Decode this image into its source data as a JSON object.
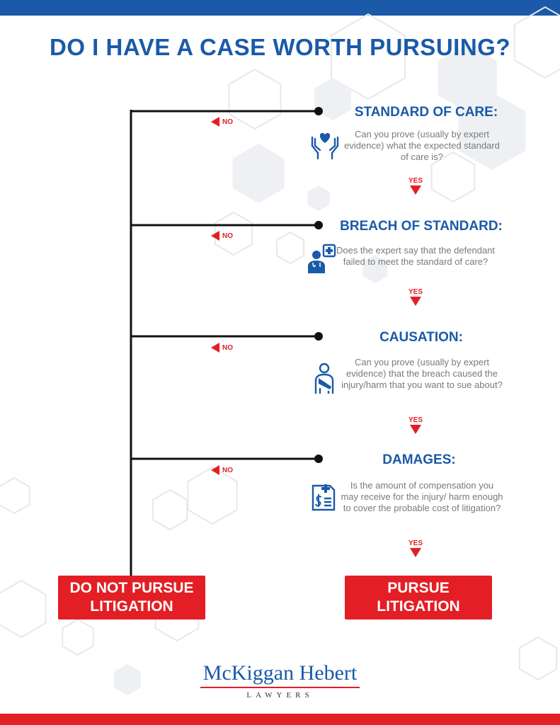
{
  "colors": {
    "blue": "#1a5aa8",
    "red": "#e31e24",
    "line": "#111111",
    "hex_light": "#eef0f3",
    "hex_stroke": "#e6e8ec"
  },
  "title": "DO I HAVE A CASE WORTH PURSUING?",
  "steps": [
    {
      "title": "STANDARD OF CARE:",
      "question": "Can you prove (usually by expert evidence) what the expected standard of care is?",
      "icon": "hands-heart-icon",
      "no_label": "NO",
      "yes_label": "YES"
    },
    {
      "title": "BREACH OF STANDARD:",
      "question": "Does the expert say that the defendant failed to meet the standard of care?",
      "icon": "doctor-plus-icon",
      "no_label": "NO",
      "yes_label": "YES"
    },
    {
      "title": "CAUSATION:",
      "question": "Can you prove (usually by expert evidence) that the breach caused the injury/harm that you want to sue about?",
      "icon": "injured-person-icon",
      "no_label": "NO",
      "yes_label": "YES"
    },
    {
      "title": "DAMAGES:",
      "question": "Is the amount of compensation you may receive for the injury/ harm enough to cover the probable cost of litigation?",
      "icon": "medical-bill-icon",
      "no_label": "NO",
      "yes_label": "YES"
    }
  ],
  "outcomes": {
    "no": "DO NOT PURSUE LITIGATION",
    "yes": "PURSUE LITIGATION"
  },
  "logo": {
    "name": "McKiggan Hebert",
    "sub": "LAWYERS"
  }
}
